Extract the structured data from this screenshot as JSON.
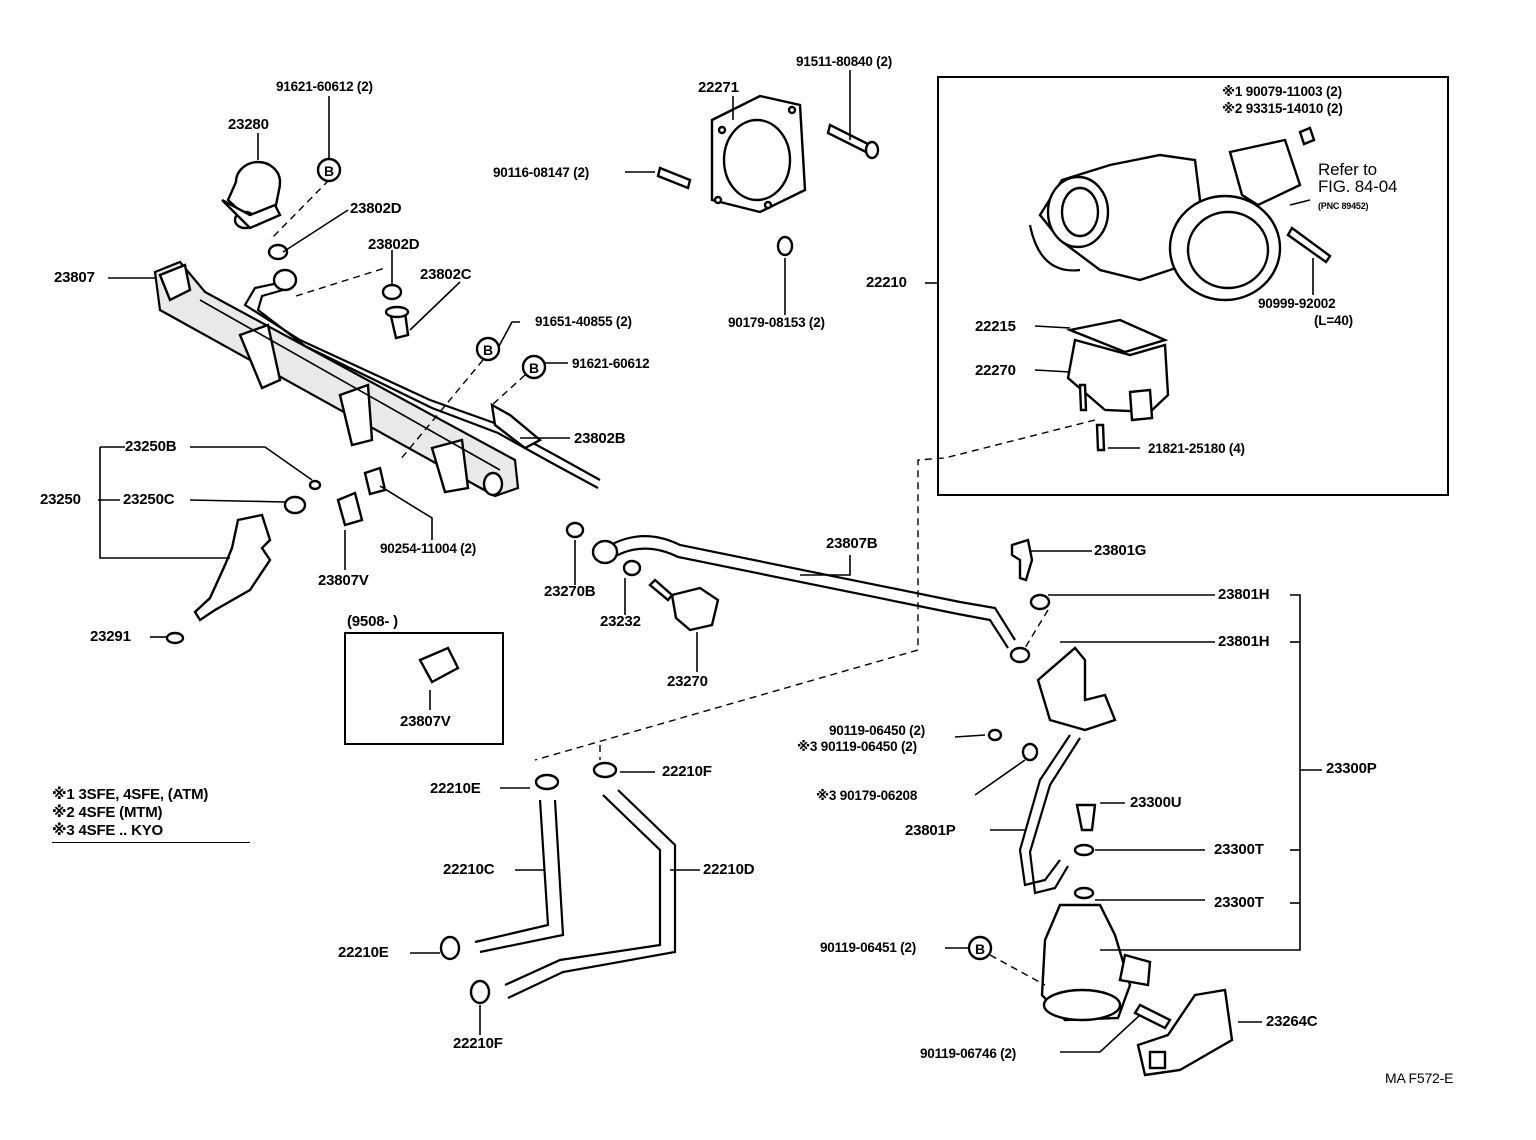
{
  "labels": {
    "l_91621_60612_2": "91621-60612 (2)",
    "l_23280": "23280",
    "l_23802D_a": "23802D",
    "l_23802D_b": "23802D",
    "l_23802C": "23802C",
    "l_23807": "23807",
    "l_91651_40855": "91651-40855 (2)",
    "l_91621_60612": "91621-60612",
    "l_23802B": "23802B",
    "l_23250B": "23250B",
    "l_23250": "23250",
    "l_23250C": "23250C",
    "l_90254": "90254-11004 (2)",
    "l_23807V": "23807V",
    "l_23291": "23291",
    "l_9508": "(9508-          )",
    "l_23807V_box": "23807V",
    "l_22271": "22271",
    "l_91511": "91511-80840 (2)",
    "l_90116": "90116-08147 (2)",
    "l_90179_08153": "90179-08153 (2)",
    "l_22210": "22210",
    "l_note1": "※1 90079-11003 (2)",
    "l_note2": "※2 93315-14010 (2)",
    "l_refer": "Refer to",
    "l_fig": "FIG. 84-04",
    "l_pnc": "(PNC 89452)",
    "l_22215": "22215",
    "l_22270": "22270",
    "l_90999": "90999-92002",
    "l_L40": "(L=40)",
    "l_21821": "21821-25180 (4)",
    "l_23807B": "23807B",
    "l_23270B": "23270B",
    "l_23232": "23232",
    "l_23270": "23270",
    "l_23801G": "23801G",
    "l_23801H_a": "23801H",
    "l_23801H_b": "23801H",
    "l_90119_06450_a": "90119-06450 (2)",
    "l_90119_06450_b": "※3 90119-06450 (2)",
    "l_90179_06208": "※3 90179-06208",
    "l_23300P": "23300P",
    "l_23300U": "23300U",
    "l_23801P": "23801P",
    "l_23300T_a": "23300T",
    "l_23300T_b": "23300T",
    "l_90119_06451": "90119-06451 (2)",
    "l_23264C": "23264C",
    "l_90119_06746": "90119-06746 (2)",
    "l_22210E_a": "22210E",
    "l_22210F_a": "22210F",
    "l_22210C": "22210C",
    "l_22210D": "22210D",
    "l_22210E_b": "22210E",
    "l_22210F_b": "22210F",
    "l_ref_code": "MA F572-E"
  },
  "callout_marker": "B",
  "legend": [
    "※1 3SFE, 4SFE, (ATM)",
    "※2 4SFE (MTM)",
    "※3 4SFE .. KYO"
  ]
}
